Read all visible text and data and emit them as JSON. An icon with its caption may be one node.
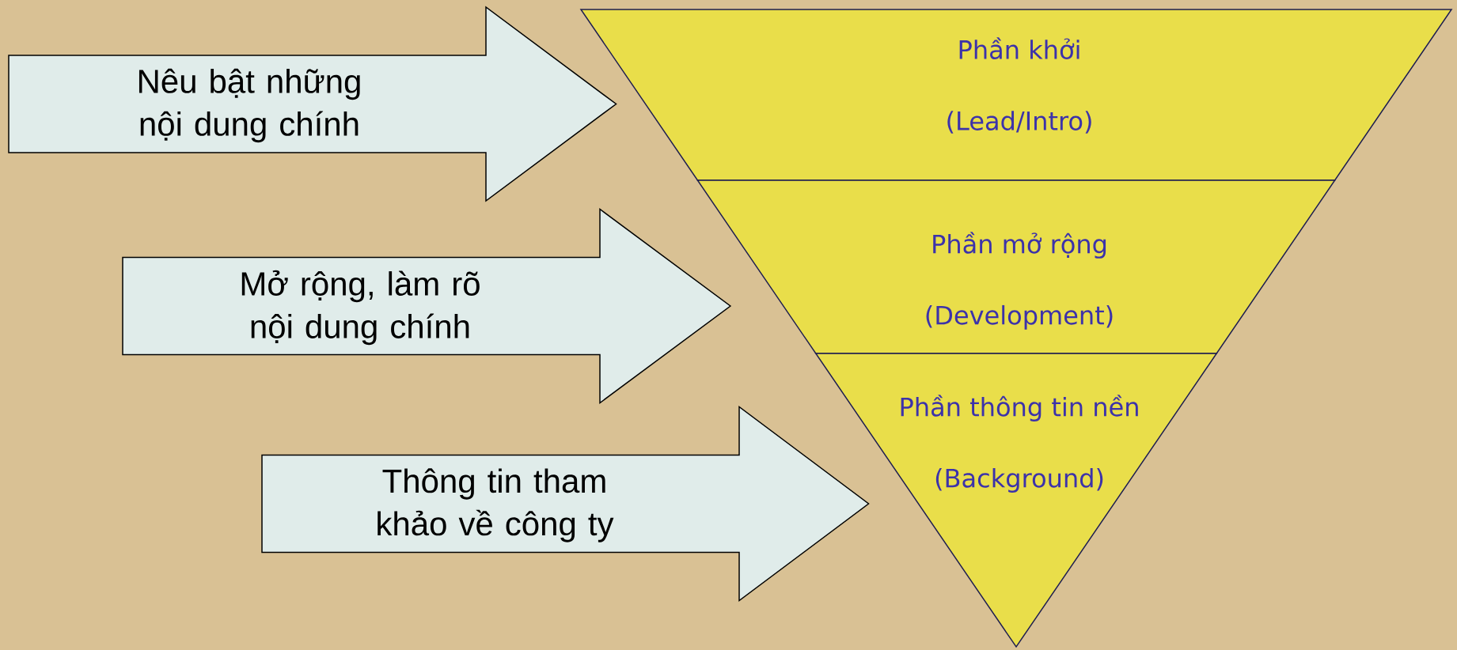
{
  "diagram": {
    "nodes": [
      {
        "text": [
          "Phần khởi",
          "(Lead/Intro)"
        ]
      },
      {
        "text": [
          "Phần mở rộng",
          "(Development)"
        ]
      },
      {
        "text": [
          "Phần thông tin nền",
          "(Background)"
        ]
      }
    ],
    "edges": [
      {
        "from": null,
        "to": 0,
        "arrow": "to",
        "label": "Nêu bật những nội dung chính"
      },
      {
        "from": null,
        "to": 1,
        "arrow": "to",
        "label": "Mở rộng, làm rõ nội dung chính"
      },
      {
        "from": null,
        "to": 2,
        "arrow": "to",
        "label": "Thông tin tham khảo về công ty"
      }
    ]
  }
}
